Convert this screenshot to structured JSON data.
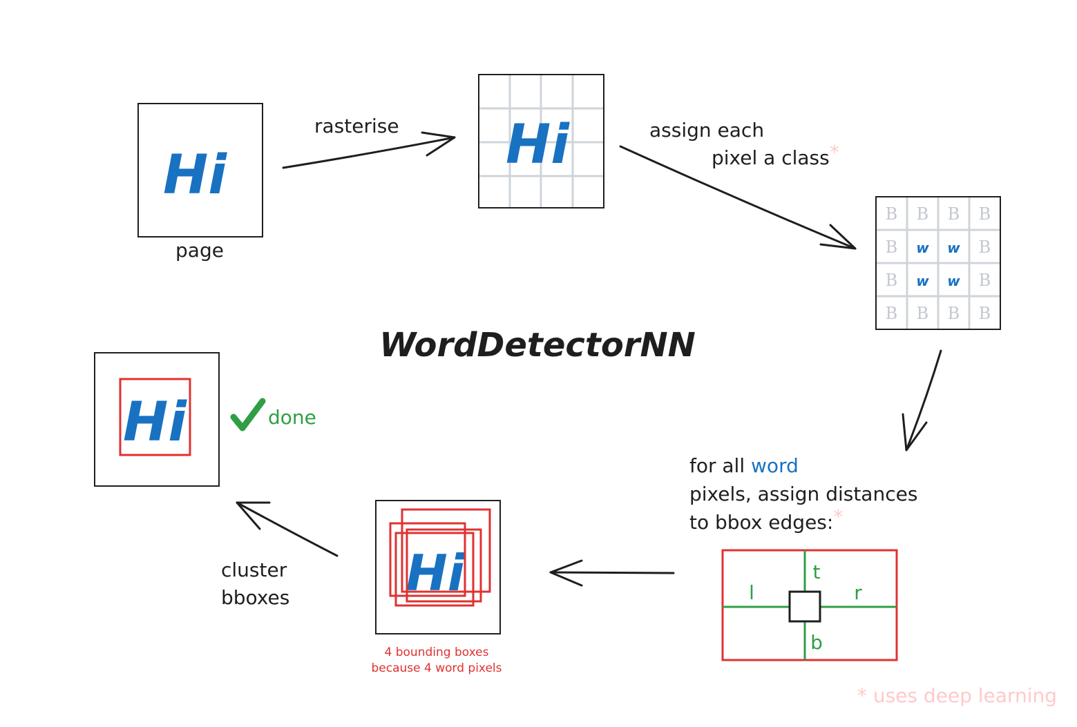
{
  "title": "WordDetectorNN",
  "page_label": "page",
  "hi_text": "Hi",
  "steps": {
    "rasterise": "rasterise",
    "assign_line1": "assign each",
    "assign_line2": "pixel a class",
    "asterisk": "*",
    "distances_line1_prefix": "for all ",
    "distances_line1_word": "word",
    "distances_line2": "pixels, assign distances",
    "distances_line3": "to bbox edges:",
    "cluster_line1": "cluster",
    "cluster_line2": "bboxes",
    "done": "done"
  },
  "class_grid": [
    [
      "B",
      "B",
      "B",
      "B"
    ],
    [
      "B",
      "W",
      "W",
      "B"
    ],
    [
      "B",
      "W",
      "W",
      "B"
    ],
    [
      "B",
      "B",
      "B",
      "B"
    ]
  ],
  "edge_labels": {
    "top": "t",
    "left": "l",
    "right": "r",
    "bottom": "b"
  },
  "bbox_note_line1": "4 bounding boxes",
  "bbox_note_line2": "because 4 word pixels",
  "footnote": "* uses deep learning",
  "colors": {
    "ink": "#1e1e1e",
    "blue": "#1971c2",
    "red": "#e03131",
    "green": "#2f9e44",
    "grid": "#ced4da",
    "pink": "#ffc9c9"
  }
}
